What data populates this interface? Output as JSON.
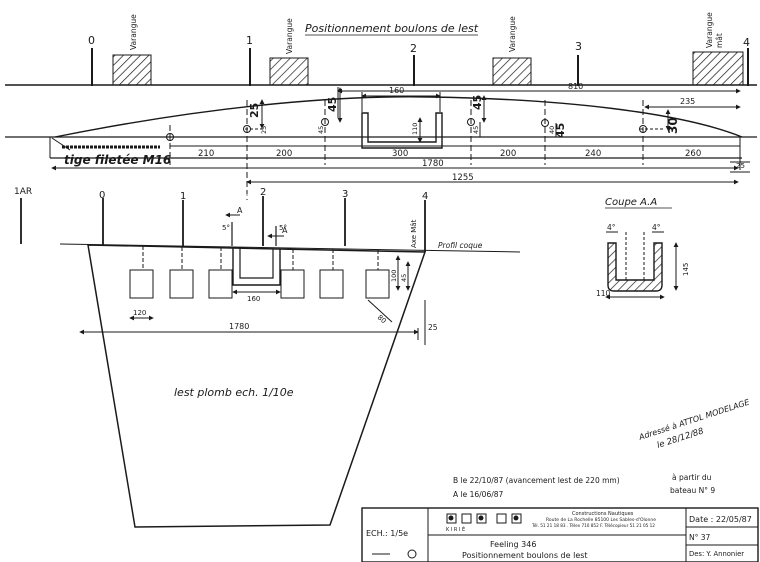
{
  "top": {
    "title": "Positionnement boulons de lest",
    "stations": [
      "0",
      "1",
      "2",
      "3",
      "4"
    ],
    "varangue": "Varangue",
    "varangue_mat_1": "Varangue",
    "varangue_mat_2": "mât",
    "dims": {
      "d160": "160",
      "d810": "810",
      "d235": "235",
      "d25": "25",
      "d45a": "45",
      "d45b": "45",
      "d45c": "45",
      "d30": "30",
      "d110": "110",
      "d45s1": "45",
      "d45s2": "45",
      "d40": "40",
      "d25s": "25",
      "d210": "210",
      "d200a": "200",
      "d300": "300",
      "d200b": "200",
      "d240": "240",
      "d260": "260",
      "d1780": "1780",
      "d1255": "1255",
      "d25r": "25"
    },
    "rod_label": "tige filetée M16"
  },
  "bottom": {
    "stations": [
      "1AR",
      "0",
      "1",
      "2",
      "3",
      "4"
    ],
    "section_label": "A",
    "angle1": "5°",
    "angle2": "5°",
    "axe_mat": "Axe Mât",
    "profil": "Profil coque",
    "d160": "160",
    "d120": "120",
    "d1780": "1780",
    "d25": "25",
    "d80": "80",
    "d100": "100",
    "d45": "45",
    "lest_label": "lest plomb  ech. 1/10e"
  },
  "coupe": {
    "title": "Coupe A.A",
    "a1": "4°",
    "a2": "4°",
    "d145": "145",
    "d110": "110"
  },
  "notes": {
    "rev_b": "B le 22/10/87 (avancement lest de 220 mm)",
    "rev_a": "A le 16/06/87",
    "from_boat_1": "à partir du",
    "from_boat_2": "bateau N° 9",
    "handwritten_1": "Adressé à ATTOL MODELAGE",
    "handwritten_2": "le 28/12/88"
  },
  "title_block": {
    "scale": "ECH.: 1/5e",
    "company_name": "Constructions Nautiques",
    "company_address": "Route de La Rochelle 85100 Les Sables-d'Olonne",
    "company_contact": "Tél. 51 21 18 83 . Télex 710 852 F. Télécopieur 51 21 05 12",
    "brand": "K I R I É",
    "project": "Feeling 346",
    "drawing_title": "Positionnement boulons de lest",
    "date": "Date : 22/05/87",
    "number": "N° 37",
    "designer": "Des: Y. Annonier"
  }
}
